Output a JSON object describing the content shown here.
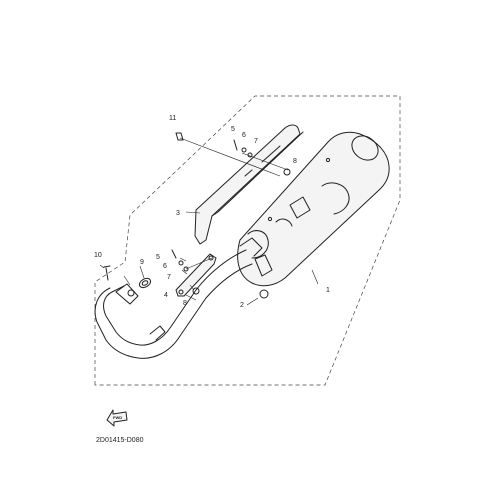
{
  "diagram": {
    "callouts": {
      "c1": "1",
      "c2": "2",
      "c3": "3",
      "c4": "4",
      "c5a": "5",
      "c5b": "5",
      "c6a": "6",
      "c6b": "6",
      "c7a": "7",
      "c7b": "7",
      "c8a": "8",
      "c8b": "8",
      "c9": "9",
      "c10": "10",
      "c11": "11"
    },
    "fwd_label": "FWD",
    "diagram_code": "2D01415-D080"
  }
}
